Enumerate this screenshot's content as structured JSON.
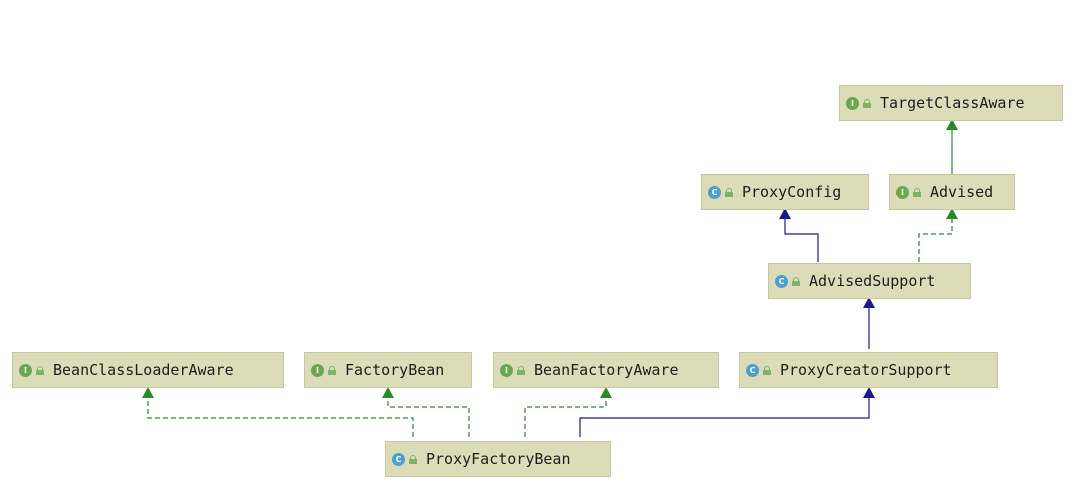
{
  "colors": {
    "node_fill": "#dcdcb8",
    "implements_edge": "#2a8a2a",
    "extends_edge": "#1a1a8c",
    "interface_badge": "#6aa84f",
    "class_badge": "#4aa0cf"
  },
  "badges": {
    "interface": "I",
    "class": "C"
  },
  "nodes": {
    "target_class_aware": {
      "name": "TargetClassAware",
      "kind": "interface"
    },
    "proxy_config": {
      "name": "ProxyConfig",
      "kind": "class"
    },
    "advised": {
      "name": "Advised",
      "kind": "interface"
    },
    "advised_support": {
      "name": "AdvisedSupport",
      "kind": "class"
    },
    "bean_class_loader_aware": {
      "name": "BeanClassLoaderAware",
      "kind": "interface"
    },
    "factory_bean": {
      "name": "FactoryBean",
      "kind": "interface"
    },
    "bean_factory_aware": {
      "name": "BeanFactoryAware",
      "kind": "interface"
    },
    "proxy_creator_support": {
      "name": "ProxyCreatorSupport",
      "kind": "class"
    },
    "proxy_factory_bean": {
      "name": "ProxyFactoryBean",
      "kind": "class"
    }
  },
  "edges": [
    {
      "from": "advised",
      "to": "target_class_aware",
      "type": "extends-interface"
    },
    {
      "from": "advised_support",
      "to": "proxy_config",
      "type": "extends"
    },
    {
      "from": "advised_support",
      "to": "advised",
      "type": "implements"
    },
    {
      "from": "proxy_creator_support",
      "to": "advised_support",
      "type": "extends"
    },
    {
      "from": "proxy_factory_bean",
      "to": "bean_class_loader_aware",
      "type": "implements"
    },
    {
      "from": "proxy_factory_bean",
      "to": "factory_bean",
      "type": "implements"
    },
    {
      "from": "proxy_factory_bean",
      "to": "bean_factory_aware",
      "type": "implements"
    },
    {
      "from": "proxy_factory_bean",
      "to": "proxy_creator_support",
      "type": "extends"
    }
  ],
  "icons": {
    "visibility": "lock-icon"
  }
}
